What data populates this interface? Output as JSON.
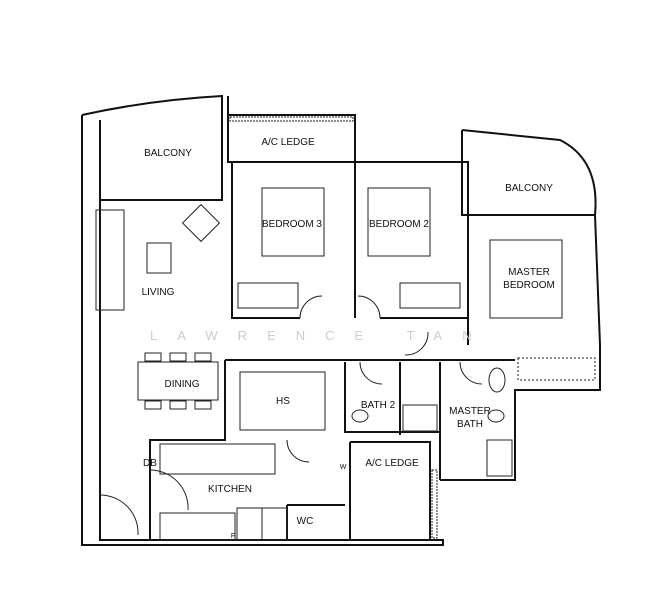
{
  "rooms": {
    "balcony_left": "BALCONY",
    "ac_ledge_top": "A/C LEDGE",
    "bedroom3": "BEDROOM 3",
    "bedroom2": "BEDROOM 2",
    "balcony_right": "BALCONY",
    "master_bedroom_1": "MASTER",
    "master_bedroom_2": "BEDROOM",
    "living": "LIVING",
    "dining": "DINING",
    "hs": "HS",
    "bath2": "BATH 2",
    "master_bath_1": "MASTER",
    "master_bath_2": "BATH",
    "db": "DB",
    "kitchen": "KITCHEN",
    "ac_ledge_bottom": "A/C LEDGE",
    "wc": "WC",
    "w": "W",
    "f": "F"
  },
  "watermark": "LAWRENCE TAN"
}
